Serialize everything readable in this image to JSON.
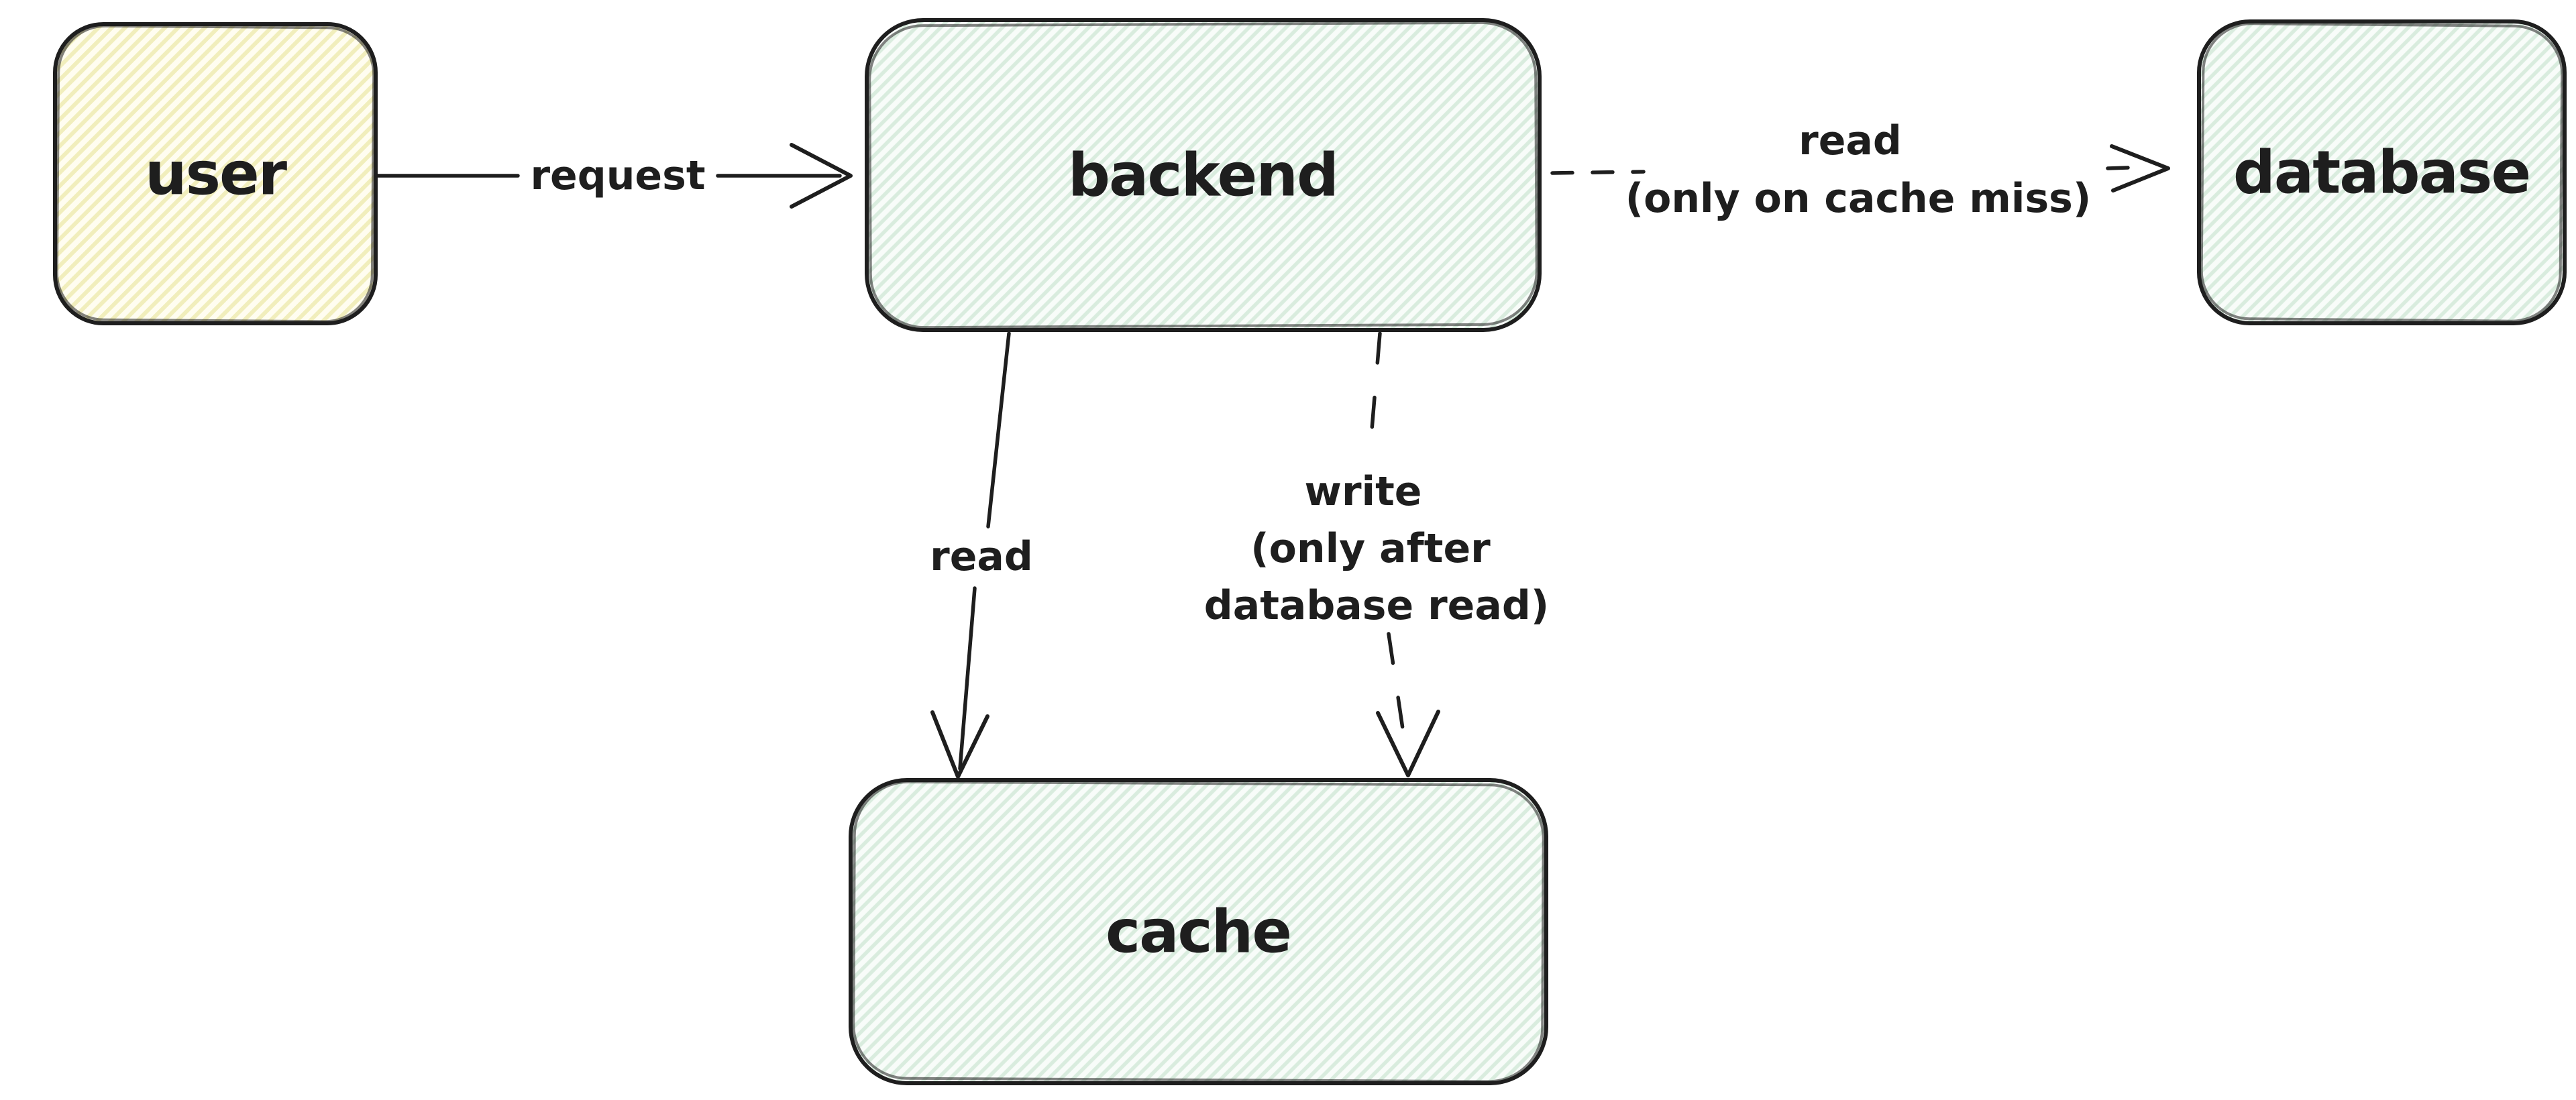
{
  "diagram": {
    "background": "#ffffff",
    "stroke": "#1e1e1e",
    "nodes": [
      {
        "id": "user",
        "label": "user",
        "fill": "#fffdf0",
        "hatch": "#f1eebc"
      },
      {
        "id": "backend",
        "label": "backend",
        "fill": "#f8fcf9",
        "hatch": "#d9ecde"
      },
      {
        "id": "database",
        "label": "database",
        "fill": "#f8fcf9",
        "hatch": "#d9ecde"
      },
      {
        "id": "cache",
        "label": "cache",
        "fill": "#f8fcf9",
        "hatch": "#d9ecde"
      }
    ],
    "edges": [
      {
        "id": "user-to-backend",
        "from": "user",
        "to": "backend",
        "style": "solid",
        "lines": [
          "request"
        ]
      },
      {
        "id": "backend-to-database",
        "from": "backend",
        "to": "database",
        "style": "dashed",
        "lines": [
          "read",
          "(only on cache miss)"
        ]
      },
      {
        "id": "backend-to-cache-read",
        "from": "backend",
        "to": "cache",
        "style": "solid",
        "lines": [
          "read"
        ]
      },
      {
        "id": "backend-to-cache-write",
        "from": "backend",
        "to": "cache",
        "style": "dashed",
        "lines": [
          "write",
          "(only after",
          "database read)"
        ]
      }
    ]
  }
}
